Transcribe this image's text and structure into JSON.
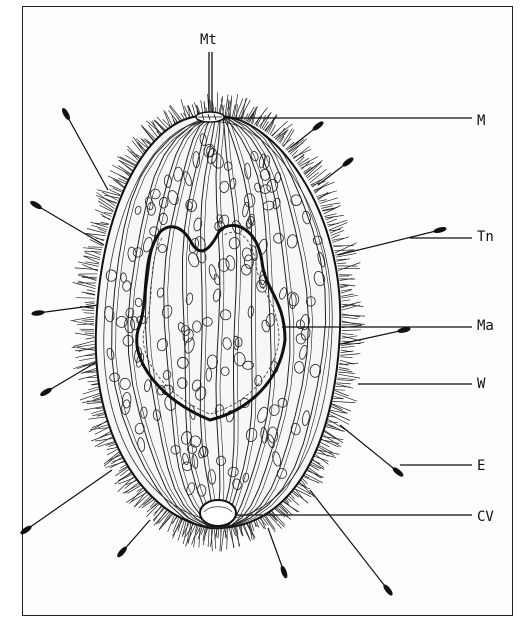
{
  "labels": {
    "mt": "Mt",
    "m": "M",
    "tn": "Tn",
    "ma": "Ma",
    "w": "W",
    "e": "E",
    "cv": "CV"
  },
  "colors": {
    "ink": "#111111",
    "paper": "#fdfdfd",
    "frame": "#222222"
  }
}
